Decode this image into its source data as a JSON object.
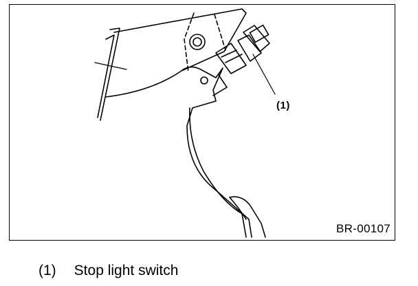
{
  "figure": {
    "figure_id": "BR-00107",
    "callout_number": "(1)"
  },
  "legend": {
    "items": [
      {
        "number": "(1)",
        "text": "Stop light switch"
      }
    ]
  },
  "colors": {
    "line": "#000000",
    "background": "#ffffff"
  }
}
